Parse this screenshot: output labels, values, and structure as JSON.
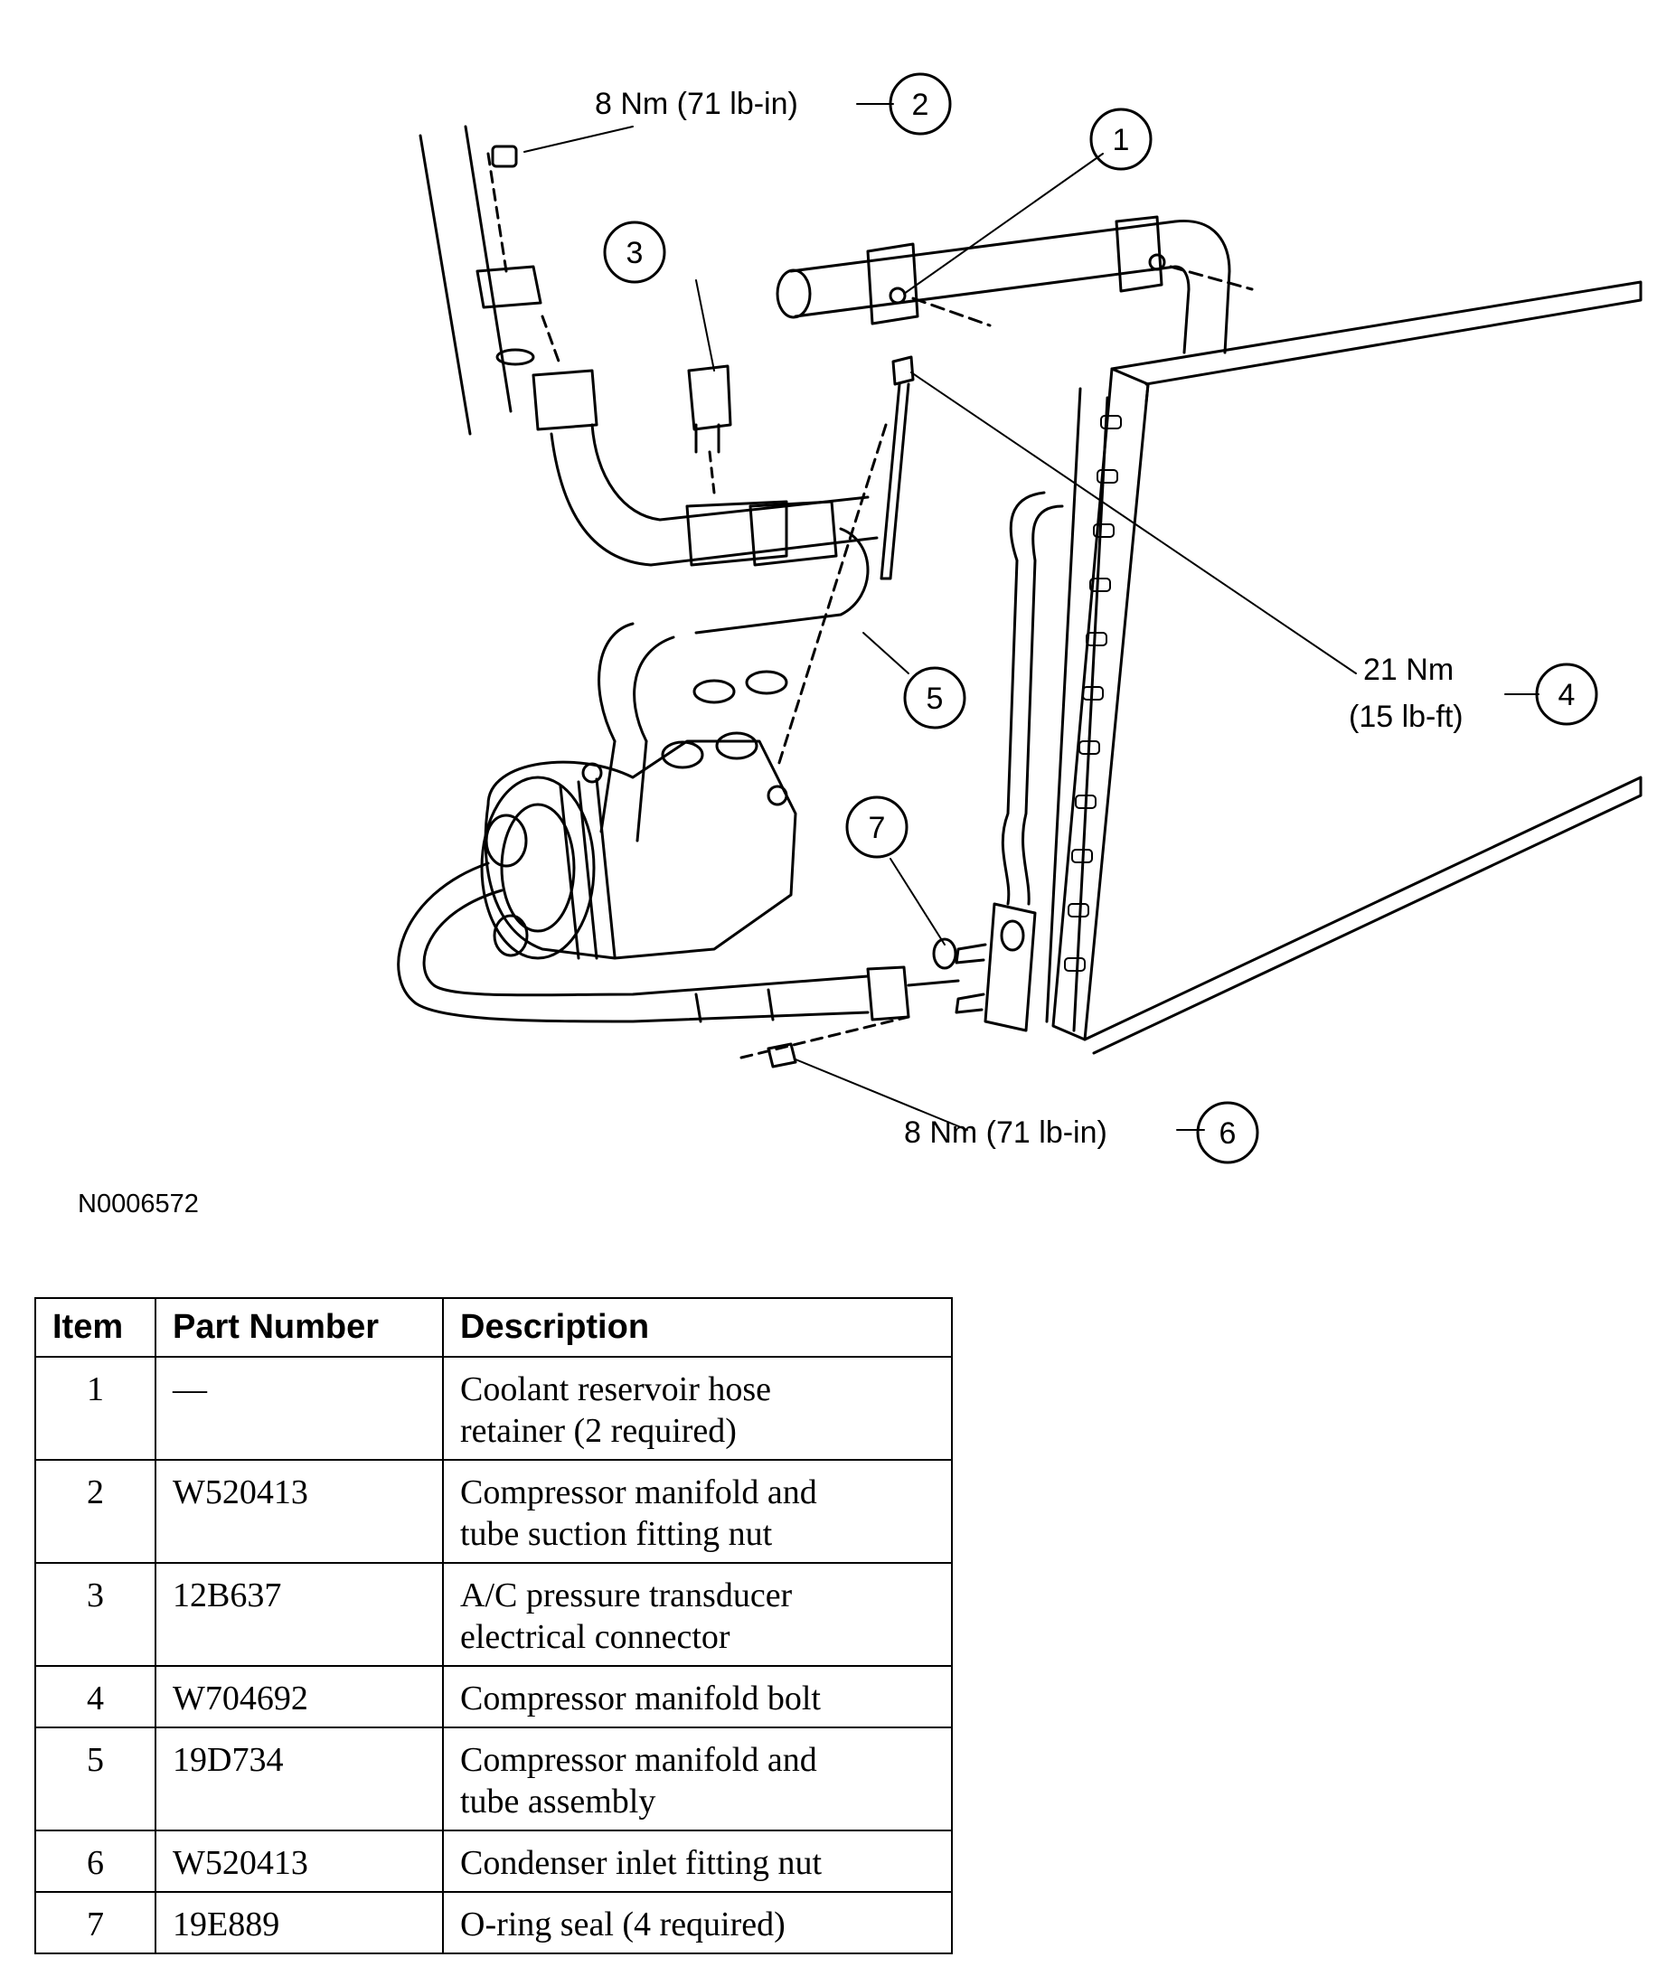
{
  "diagram": {
    "callouts": [
      {
        "number": "1",
        "label": ""
      },
      {
        "number": "2",
        "label": "8 Nm (71 lb-in)"
      },
      {
        "number": "3",
        "label": ""
      },
      {
        "number": "4",
        "label_line1": "21 Nm",
        "label_line2": "(15 lb-ft)"
      },
      {
        "number": "5",
        "label": ""
      },
      {
        "number": "6",
        "label": "8 Nm (71 lb-in)"
      },
      {
        "number": "7",
        "label": ""
      }
    ],
    "figure_id": "N0006572"
  },
  "table": {
    "headers": [
      "Item",
      "Part Number",
      "Description"
    ],
    "rows": [
      {
        "item": "1",
        "part": "—",
        "desc_line1": "Coolant reservoir hose",
        "desc_line2": "retainer (2 required)"
      },
      {
        "item": "2",
        "part": "W520413",
        "desc_line1": "Compressor manifold and",
        "desc_line2": "tube suction fitting nut"
      },
      {
        "item": "3",
        "part": "12B637",
        "desc_line1": "A/C pressure transducer",
        "desc_line2": "electrical connector"
      },
      {
        "item": "4",
        "part": "W704692",
        "desc_line1": "Compressor manifold bolt",
        "desc_line2": ""
      },
      {
        "item": "5",
        "part": "19D734",
        "desc_line1": "Compressor manifold and",
        "desc_line2": "tube assembly"
      },
      {
        "item": "6",
        "part": "W520413",
        "desc_line1": "Condenser inlet fitting nut",
        "desc_line2": ""
      },
      {
        "item": "7",
        "part": "19E889",
        "desc_line1": "O-ring seal (4 required)",
        "desc_line2": ""
      }
    ]
  }
}
